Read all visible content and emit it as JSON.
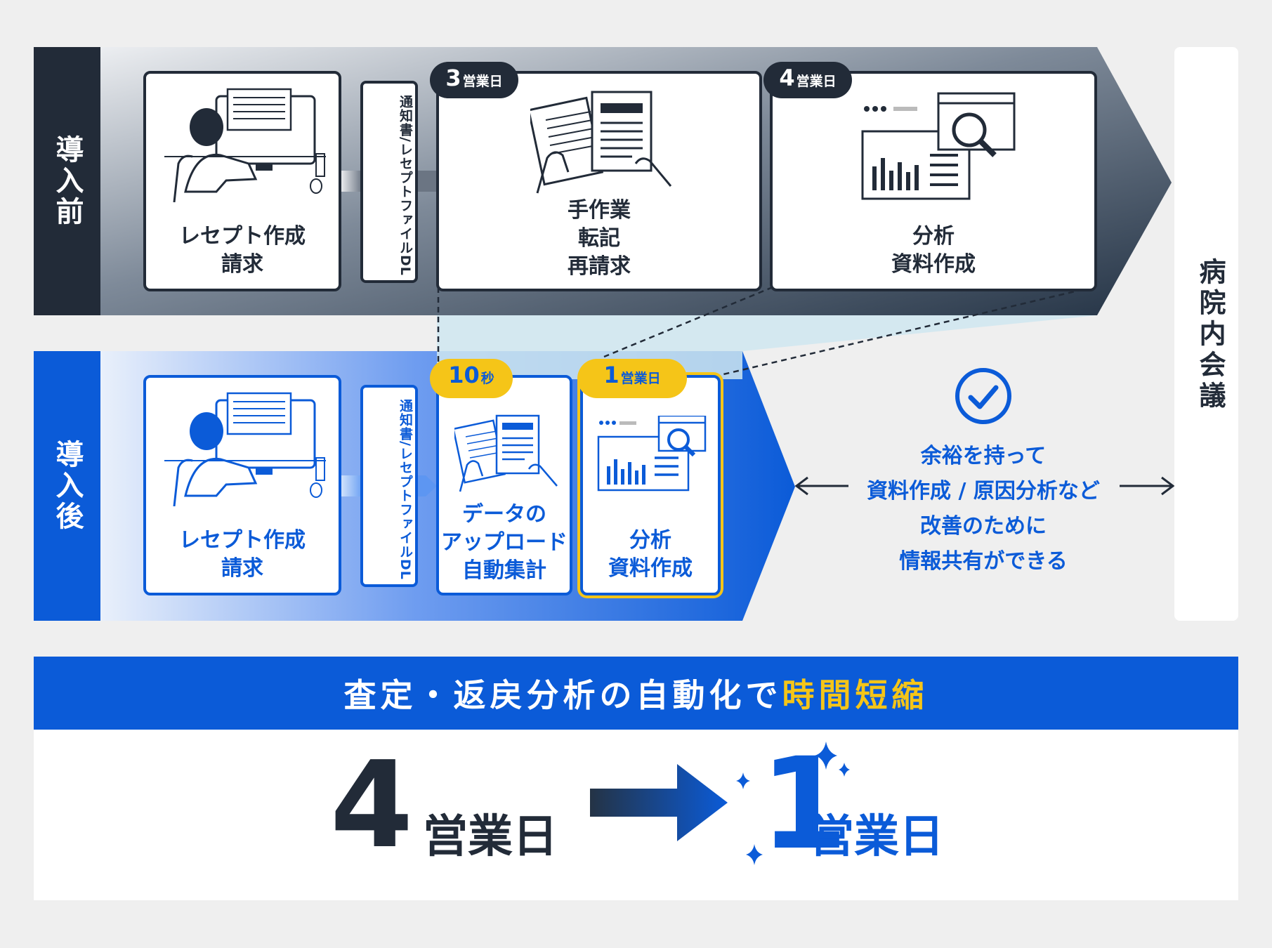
{
  "before": {
    "label": "導入前",
    "card1": {
      "line1": "レセプト作成",
      "line2": "請求"
    },
    "dl": "通知書/レセプトファイルDL",
    "card2": {
      "badge_num": "3",
      "badge_unit": "営業日",
      "line1": "手作業",
      "line2": "転記",
      "line3": "再請求"
    },
    "card3": {
      "badge_num": "4",
      "badge_unit": "営業日",
      "line1": "分析",
      "line2": "資料作成"
    }
  },
  "after": {
    "label": "導入後",
    "card1": {
      "line1": "レセプト作成",
      "line2": "請求"
    },
    "dl": "通知書/レセプトファイルDL",
    "card2": {
      "badge_num": "10",
      "badge_unit": "秒",
      "line1": "データの",
      "line2": "アップロード",
      "line3": "自動集計"
    },
    "card3": {
      "badge_num": "1",
      "badge_unit": "営業日",
      "line1": "分析",
      "line2": "資料作成"
    }
  },
  "benefit": {
    "line1": "余裕を持って",
    "line2": "資料作成 / 原因分析など",
    "line3": "改善のために",
    "line4": "情報共有ができる"
  },
  "meeting_label": "病院内会議",
  "banner": {
    "text": "査定・返戻分析の自動化で",
    "highlight": "時間短縮"
  },
  "result": {
    "from_num": "4",
    "from_unit": "営業日",
    "to_num": "1",
    "to_unit": "営業日"
  },
  "colors": {
    "navy": "#222b38",
    "blue": "#0b5bd8",
    "gold": "#f5c518",
    "light_blue": "#cfe6f0"
  }
}
